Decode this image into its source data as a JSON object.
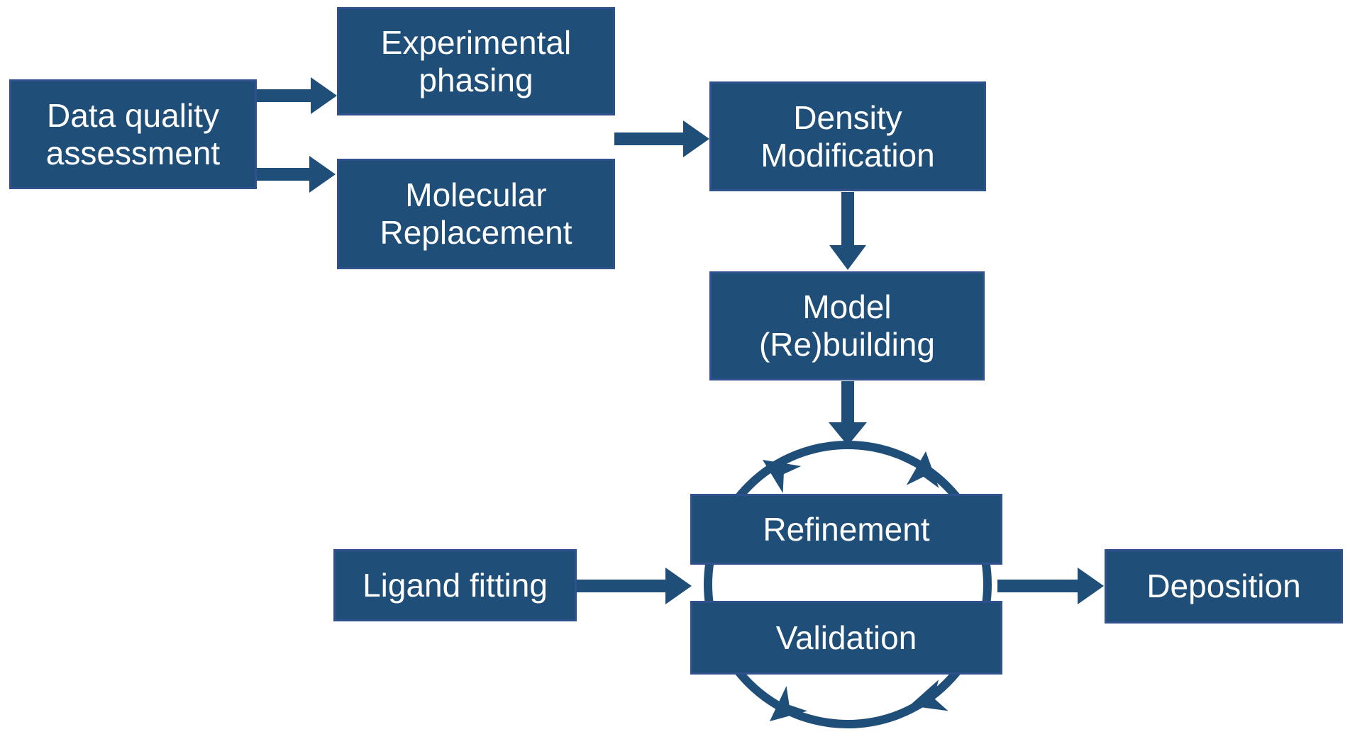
{
  "nodes": {
    "data_quality_assessment": {
      "lines": [
        "Data quality",
        "assessment"
      ]
    },
    "experimental_phasing": {
      "lines": [
        "Experimental",
        "phasing"
      ]
    },
    "molecular_replacement": {
      "lines": [
        "Molecular",
        "Replacement"
      ]
    },
    "density_modification": {
      "lines": [
        "Density",
        "Modification"
      ]
    },
    "model_rebuilding": {
      "lines": [
        "Model",
        "(Re)building"
      ]
    },
    "refinement": {
      "lines": [
        "Refinement"
      ]
    },
    "validation": {
      "lines": [
        "Validation"
      ]
    },
    "ligand_fitting": {
      "lines": [
        "Ligand fitting"
      ]
    },
    "deposition": {
      "lines": [
        "Deposition"
      ]
    }
  },
  "edges": [
    {
      "from": "data_quality_assessment",
      "to": "experimental_phasing"
    },
    {
      "from": "data_quality_assessment",
      "to": "molecular_replacement"
    },
    {
      "from": "experimental_phasing / molecular_replacement",
      "to": "density_modification"
    },
    {
      "from": "density_modification",
      "to": "model_rebuilding"
    },
    {
      "from": "model_rebuilding",
      "to": "refinement_validation_cycle"
    },
    {
      "from": "ligand_fitting",
      "to": "refinement_validation_cycle"
    },
    {
      "from": "refinement_validation_cycle",
      "to": "deposition"
    },
    {
      "cycle": [
        "refinement",
        "validation"
      ]
    }
  ],
  "colors": {
    "box_fill": "#1F4E79",
    "box_border": "#2F528F",
    "arrow": "#1F4E79",
    "text": "#FFFFFF",
    "canvas": "#FFFFFF"
  }
}
